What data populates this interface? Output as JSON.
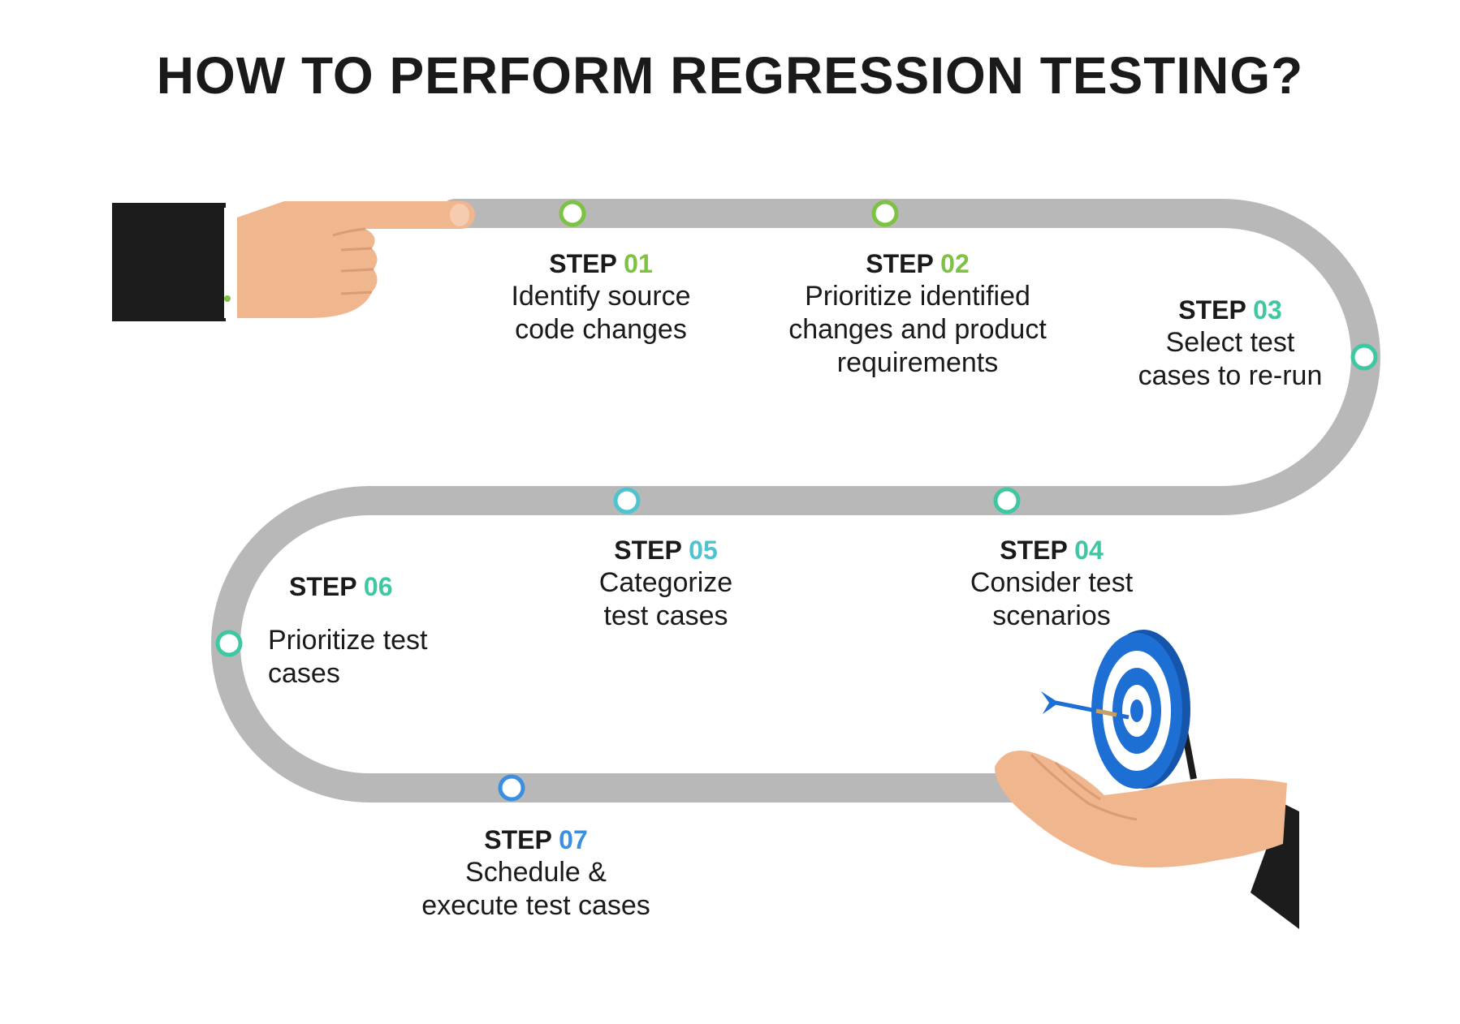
{
  "title": "HOW TO PERFORM REGRESSION TESTING?",
  "steps": [
    {
      "label": "STEP",
      "num": "01",
      "color": "#7dc242",
      "desc_lines": [
        "Identify source",
        "code changes"
      ]
    },
    {
      "label": "STEP",
      "num": "02",
      "color": "#7dc242",
      "desc_lines": [
        "Prioritize identified",
        "changes and product",
        "requirements"
      ]
    },
    {
      "label": "STEP",
      "num": "03",
      "color": "#3fc7a3",
      "desc_lines": [
        "Select test",
        "cases to re-run"
      ]
    },
    {
      "label": "STEP",
      "num": "04",
      "color": "#3fc7a3",
      "desc_lines": [
        "Consider test",
        "scenarios"
      ]
    },
    {
      "label": "STEP",
      "num": "05",
      "color": "#4fc3cf",
      "desc_lines": [
        "Categorize",
        "test cases"
      ]
    },
    {
      "label": "STEP",
      "num": "06",
      "color": "#3fc7a3",
      "desc_lines": [
        "Prioritize test",
        "cases"
      ]
    },
    {
      "label": "STEP",
      "num": "07",
      "color": "#3b8fe0",
      "desc_lines": [
        "Schedule &",
        "execute test cases"
      ]
    }
  ],
  "colors": {
    "path": "#b8b8b8",
    "skin": "#f0b68e",
    "skin_shadow": "#d99c74",
    "sleeve": "#1c1c1c",
    "target_blue": "#1e6fd4",
    "text": "#1a1a1a"
  },
  "icons": [
    "pointing-hand-icon",
    "open-hand-icon",
    "target-dartboard-icon",
    "dart-icon"
  ]
}
